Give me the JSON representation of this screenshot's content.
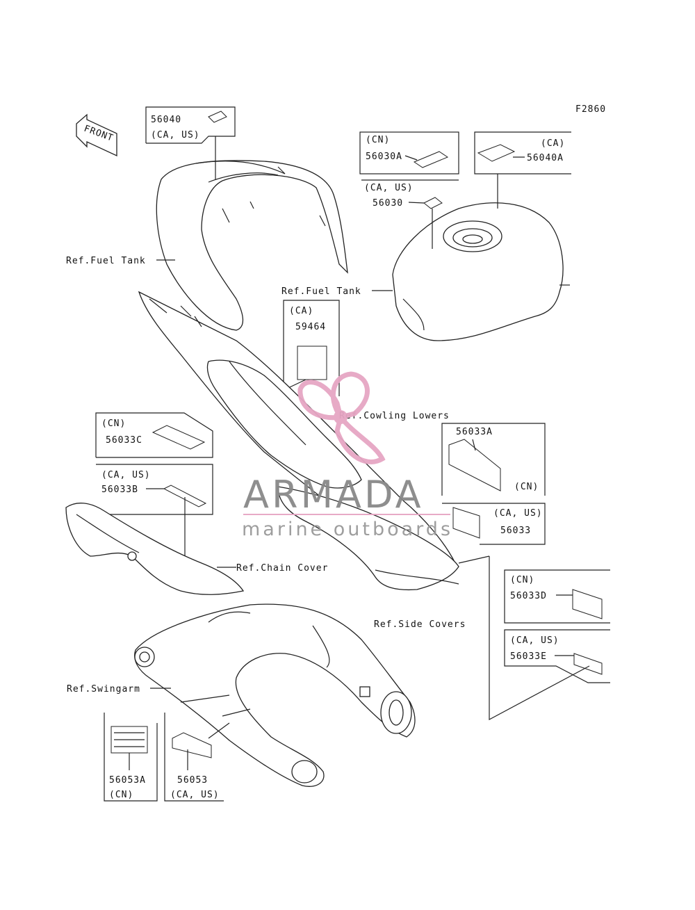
{
  "diagram": {
    "code": "F2860",
    "front_label": "FRONT",
    "callouts": {
      "c56040": {
        "part": "56040",
        "region": "(CA, US)"
      },
      "c56030A": {
        "region": "(CN)",
        "part": "56030A"
      },
      "c56040A": {
        "region": "(CA)",
        "part": "56040A"
      },
      "c56030": {
        "region": "(CA, US)",
        "part": "56030"
      },
      "c59464": {
        "region": "(CA)",
        "part": "59464"
      },
      "c56033C": {
        "region": "(CN)",
        "part": "56033C"
      },
      "c56033B": {
        "region": "(CA, US)",
        "part": "56033B"
      },
      "c56033A": {
        "part": "56033A",
        "region": "(CN)"
      },
      "c56033": {
        "region": "(CA, US)",
        "part": "56033"
      },
      "c56033D": {
        "region": "(CN)",
        "part": "56033D"
      },
      "c56033E": {
        "region": "(CA, US)",
        "part": "56033E"
      },
      "c56053A": {
        "part": "56053A",
        "region": "(CN)"
      },
      "c56053": {
        "part": "56053",
        "region": "(CA, US)"
      }
    },
    "refs": {
      "fuel_tank_left": "Ref.Fuel Tank",
      "fuel_tank_right": "Ref.Fuel Tank",
      "cowling_lowers": "Ref.Cowling Lowers",
      "chain_cover": "Ref.Chain Cover",
      "side_covers": "Ref.Side Covers",
      "swingarm": "Ref.Swingarm"
    }
  },
  "watermark": {
    "title": "ARMADA",
    "subtitle": "marine outboards",
    "logo_color": "#e6a6c4",
    "text_color": "#8a8a8a"
  }
}
